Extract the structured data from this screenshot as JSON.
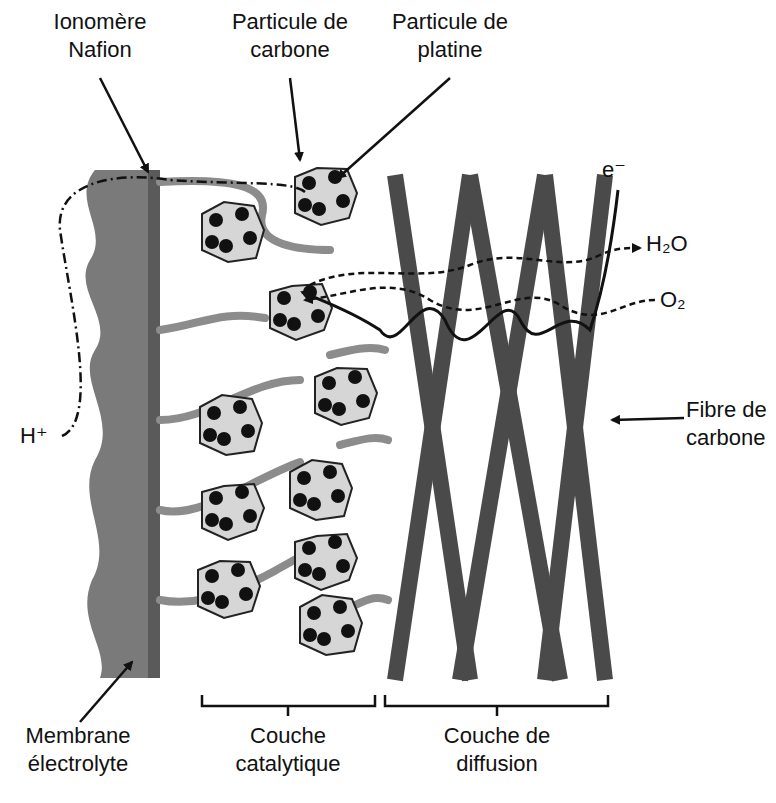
{
  "diagram": {
    "labels": [
      "Ionomère Nafion",
      "Particule de carbone",
      "Particule de platine",
      "e⁻",
      "H₂O",
      "O₂",
      "Fibre de carbone",
      "H⁺",
      "Membrane électrolyte",
      "Couche catalytique",
      "Couche de diffusion"
    ]
  }
}
